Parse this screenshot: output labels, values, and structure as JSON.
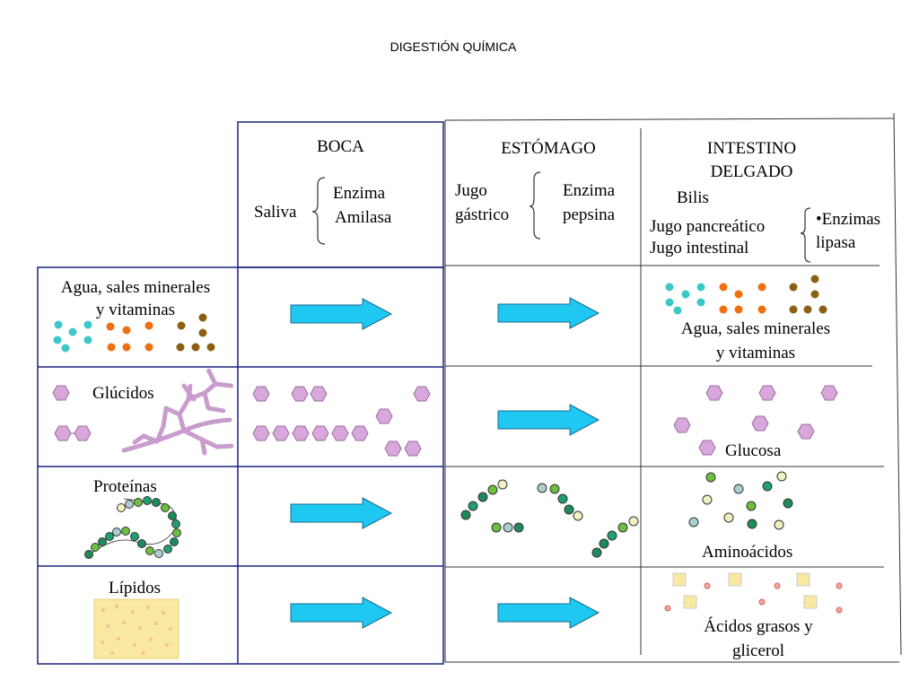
{
  "title": "DIGESTIÓN QUÍMICA",
  "columns": {
    "boca": {
      "header": "BOCA",
      "secretion": "Saliva",
      "enzyme_line1": "Enzima",
      "enzyme_line2": "Amilasa"
    },
    "estomago": {
      "header": "ESTÓMAGO",
      "secretion_line1": "Jugo",
      "secretion_line2": "gástrico",
      "enzyme_line1": "Enzima",
      "enzyme_line2": "pepsina"
    },
    "intestino": {
      "header_line1": "INTESTINO",
      "header_line2": "DELGADO",
      "bilis": "Bilis",
      "jugo1": "Jugo pancreático",
      "jugo2": "Jugo intestinal",
      "enzimas": "•Enzimas",
      "lipasa": "lipasa"
    }
  },
  "rows": {
    "agua": {
      "label_line1": "Agua, sales minerales",
      "label_line2": "y vitaminas",
      "result_line1": "Agua, sales minerales",
      "result_line2": "y vitaminas"
    },
    "glucidos": {
      "label": "Glúcidos",
      "result": "Glucosa"
    },
    "proteinas": {
      "label": "Proteínas",
      "result": "Aminoácidos"
    },
    "lipidos": {
      "label": "Lípidos",
      "result_line1": "Ácidos grasos y",
      "result_line2": "glicerol"
    }
  },
  "colors": {
    "arrow": "#1ec8f0",
    "border": "#1a237e",
    "hexagon": "#d8a8dc",
    "cyan": "#3cc8c8",
    "orange": "#f07010",
    "brown": "#8b6010",
    "fat": "#f8e8a0"
  }
}
